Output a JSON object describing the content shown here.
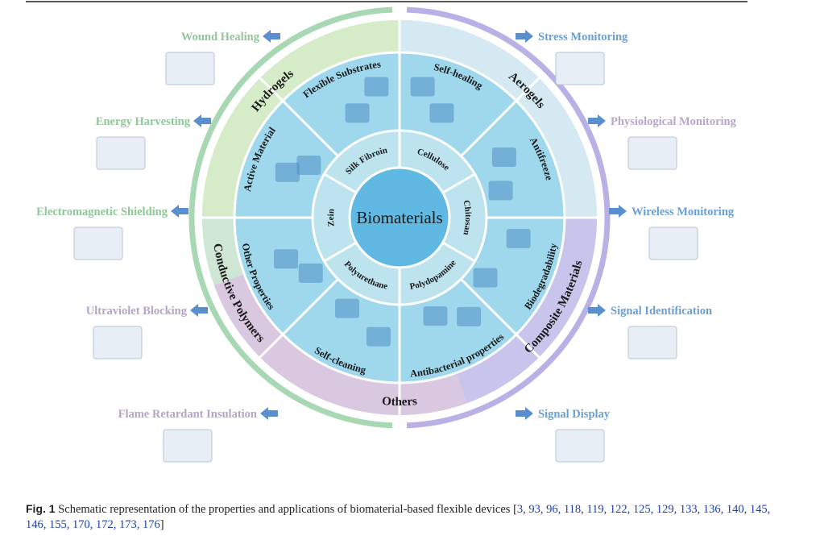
{
  "center": {
    "label": "Biomaterials"
  },
  "materials": [
    "Silk Fibroin",
    "Cellulose",
    "Chitosan",
    "Polydopamine",
    "Polyurethane",
    "Zein"
  ],
  "properties": [
    "Flexible Substrates",
    "Self-healing",
    "Antifreeze",
    "Biodegradability",
    "Antibacterial properties",
    "Self-cleaning",
    "Other Properties",
    "Active Material"
  ],
  "categories": [
    "Hydrogels",
    "Aerogels",
    "Composite Materials",
    "Others",
    "Conductive Polymers"
  ],
  "applications_left": [
    "Wound Healing",
    "Energy Harvesting",
    "Electromagnetic Shielding",
    "Ultraviolet Blocking",
    "Flame Retardant Insulation"
  ],
  "applications_right": [
    "Stress Monitoring",
    "Physiological Monitoring",
    "Wireless Monitoring",
    "Signal Identification",
    "Signal Display"
  ],
  "colors": {
    "inner_ring": "#bde3ee",
    "center": "#5fb9e3",
    "middle_ring": "#9fd8ec",
    "outer_ring": "#c8e8d2",
    "frame_left": "#a8d8b3",
    "frame_right": "#b9b1e6",
    "left_text": "#8fc79a",
    "left_text_2": "#b7a3c9",
    "right_text": "#6a9fd6",
    "arrow": "#5a8fcf"
  },
  "caption": {
    "label": "Fig. 1",
    "text": "Schematic representation of the properties and applications of biomaterial-based flexible devices [",
    "refs": "3, 93, 96, 118, 119, 122, 125, 129, 133, 136, 140, 145, 146, 155, 170, 172, 173, 176",
    "close": "]"
  }
}
